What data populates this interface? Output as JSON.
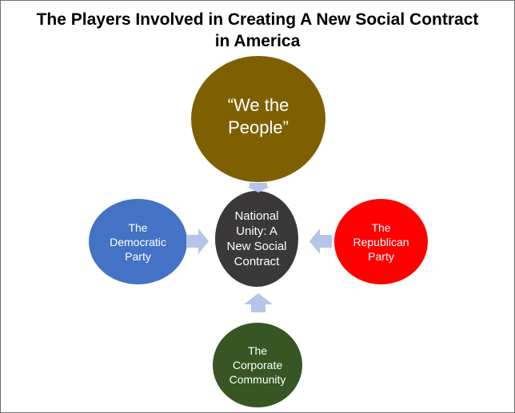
{
  "title": {
    "line1": "The Players Involved in Creating A New Social Contract",
    "line2": "in America"
  },
  "nodes": {
    "top": {
      "lines": [
        "“We the",
        "People”"
      ],
      "color": "#7f6000"
    },
    "center": {
      "lines": [
        "National",
        "Unity: A",
        "New Social",
        "Contract"
      ],
      "color": "#3a3838"
    },
    "left": {
      "lines": [
        "The",
        "Democratic",
        "Party"
      ],
      "color": "#4472c4"
    },
    "right": {
      "lines": [
        "The",
        "Republican",
        "Party"
      ],
      "color": "#ff0000"
    },
    "bottom": {
      "lines": [
        "The",
        "Corporate",
        "Community"
      ],
      "color": "#375623"
    }
  },
  "arrow_color": "#b4c6e7"
}
